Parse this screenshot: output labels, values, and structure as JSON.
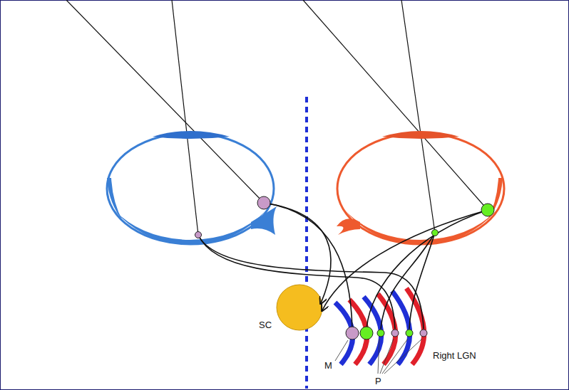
{
  "diagram": {
    "nodes": [
      {
        "text": [
          "SC"
        ]
      },
      {
        "text": [
          "Right LGN"
        ]
      }
    ],
    "labels": [
      "M",
      "P"
    ]
  }
}
